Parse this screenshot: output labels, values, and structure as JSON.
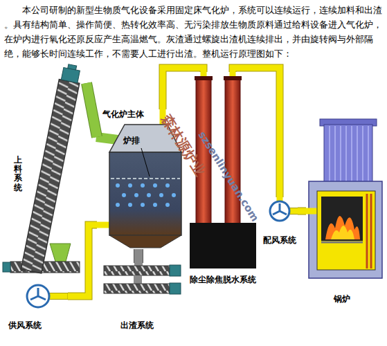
{
  "diagram": {
    "nodes": [
      {
        "text": [
          "上料系统"
        ]
      },
      {
        "text": [
          "气化炉主体"
        ]
      },
      {
        "text": [
          "供风系统"
        ]
      },
      {
        "text": [
          "出渣系统"
        ]
      },
      {
        "text": [
          "除尘除焦脱水系统"
        ]
      },
      {
        "text": [
          "配风系统"
        ]
      },
      {
        "text": [
          "锅炉"
        ]
      }
    ],
    "edges": [
      {
        "from": 0,
        "to": 1,
        "arrow": "none"
      },
      {
        "from": 2,
        "to": 1,
        "arrow": "none"
      },
      {
        "from": 1,
        "to": 3,
        "arrow": "none"
      },
      {
        "from": 1,
        "to": 4,
        "arrow": "none"
      },
      {
        "from": 4,
        "to": 5,
        "arrow": "none"
      },
      {
        "from": 5,
        "to": 6,
        "arrow": "none"
      }
    ],
    "labels": [
      "本公司研制的新型生物质气化设备采用固定床气化炉，系统可以连续运行，连续加料和出渣 。具有结构简单、操作简便、热转化效率高、无污染排放生物质原料通过给料设备进入气化炉，在炉内进行氧化还原反应产生高温燃气。灰渣通过螺旋出渣机连续排出，并由旋转阀与外部隔绝，能够长时间连续工作，不需要人工进行出渣。整机运行原理图如下：",
      "森林源炉业",
      "szsenlinyuan.com",
      "炉排"
    ]
  }
}
